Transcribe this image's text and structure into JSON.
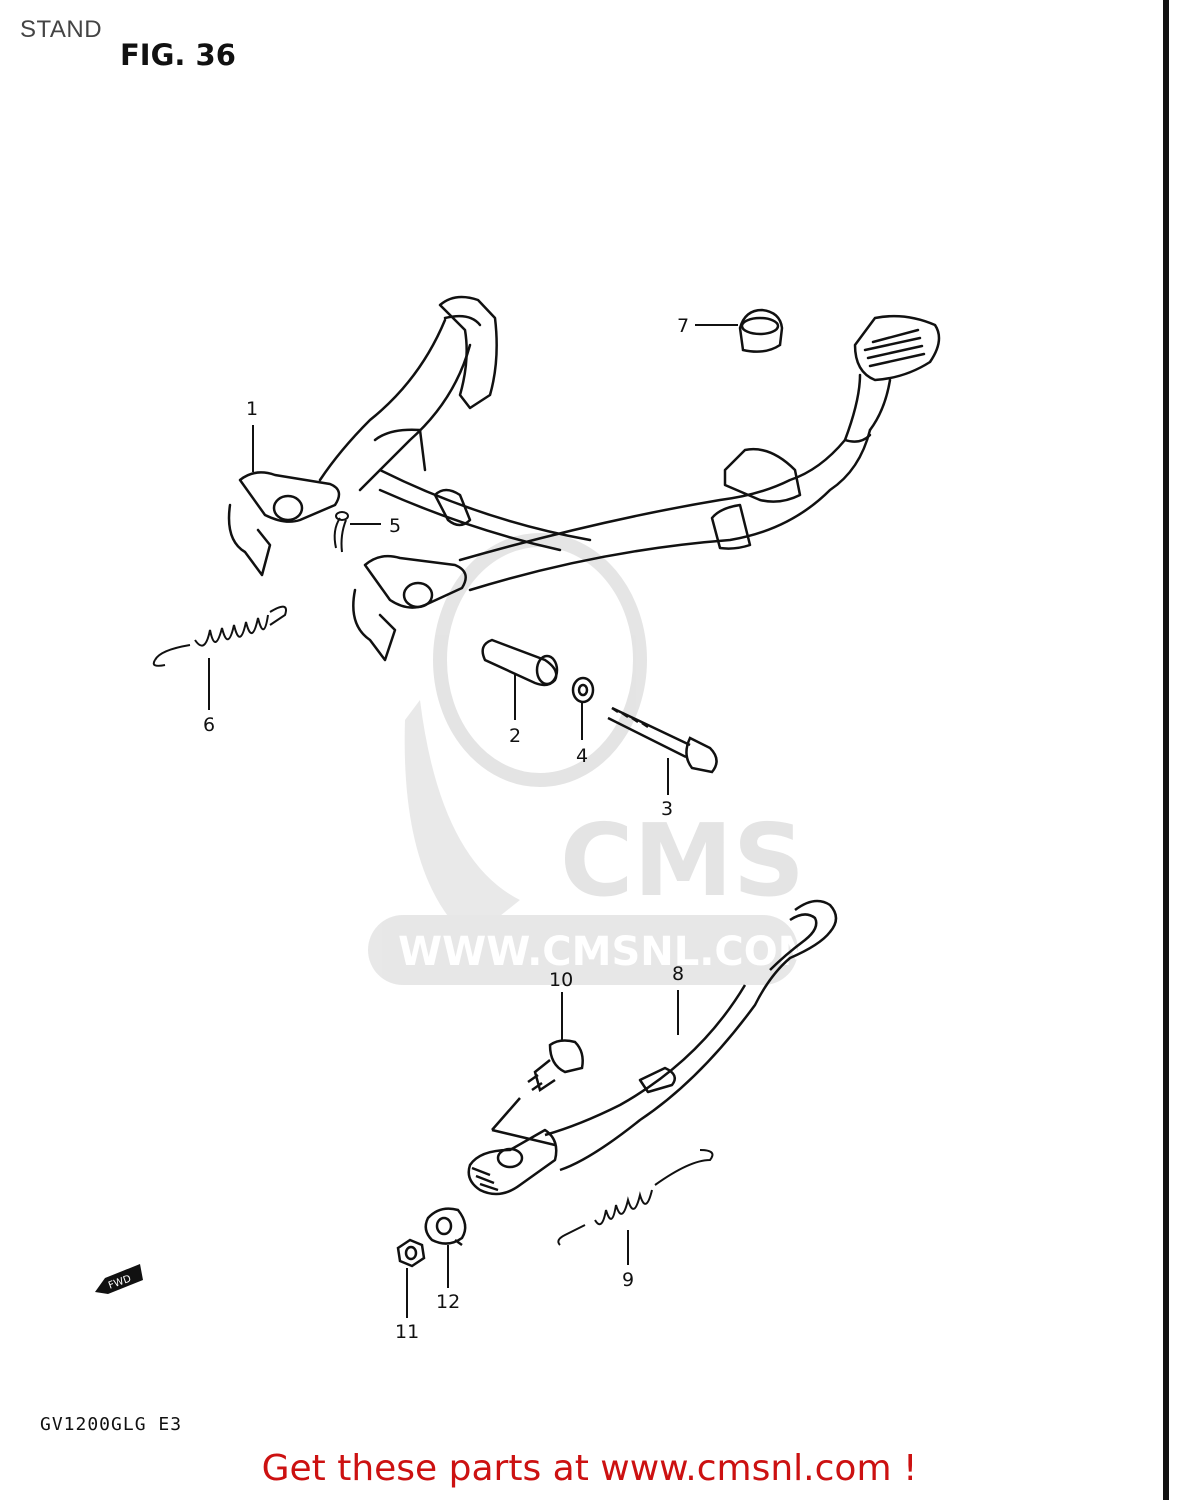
{
  "page_label": "STAND",
  "figure_title": "FIG. 36",
  "model_code": "GV1200GLG E3",
  "fwd_label": "FWD",
  "watermark": {
    "logo_text": "CMS",
    "url_text": "WWW.CMSNL.COM"
  },
  "promo_text": "Get these parts at www.cmsnl.com !",
  "callouts": [
    "1",
    "2",
    "3",
    "4",
    "5",
    "6",
    "7",
    "8",
    "9",
    "10",
    "11",
    "12"
  ],
  "colors": {
    "line": "#111111",
    "promo": "#cc1111",
    "watermark": "#cfcfcf"
  }
}
